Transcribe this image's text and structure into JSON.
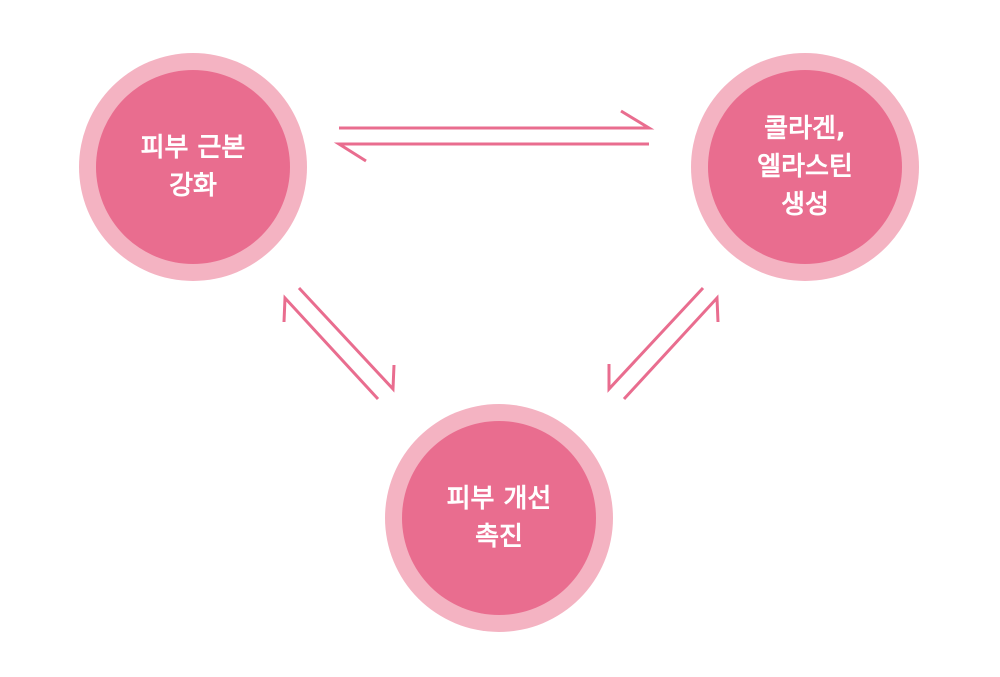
{
  "colors": {
    "outer_ring": "#f4b3c2",
    "inner_circle": "#e96d8f",
    "arrow": "#e96d8f",
    "text": "#ffffff"
  },
  "nodes": {
    "left": {
      "label": "피부 근본\n강화"
    },
    "right": {
      "label": "콜라겐,\n엘라스틴\n생성"
    },
    "bottom": {
      "label": "피부 개선\n촉진"
    }
  },
  "arrows": [
    {
      "between": "left-right",
      "type": "bidirectional-harpoon"
    },
    {
      "between": "left-bottom",
      "type": "bidirectional-harpoon"
    },
    {
      "between": "right-bottom",
      "type": "bidirectional-harpoon"
    }
  ]
}
